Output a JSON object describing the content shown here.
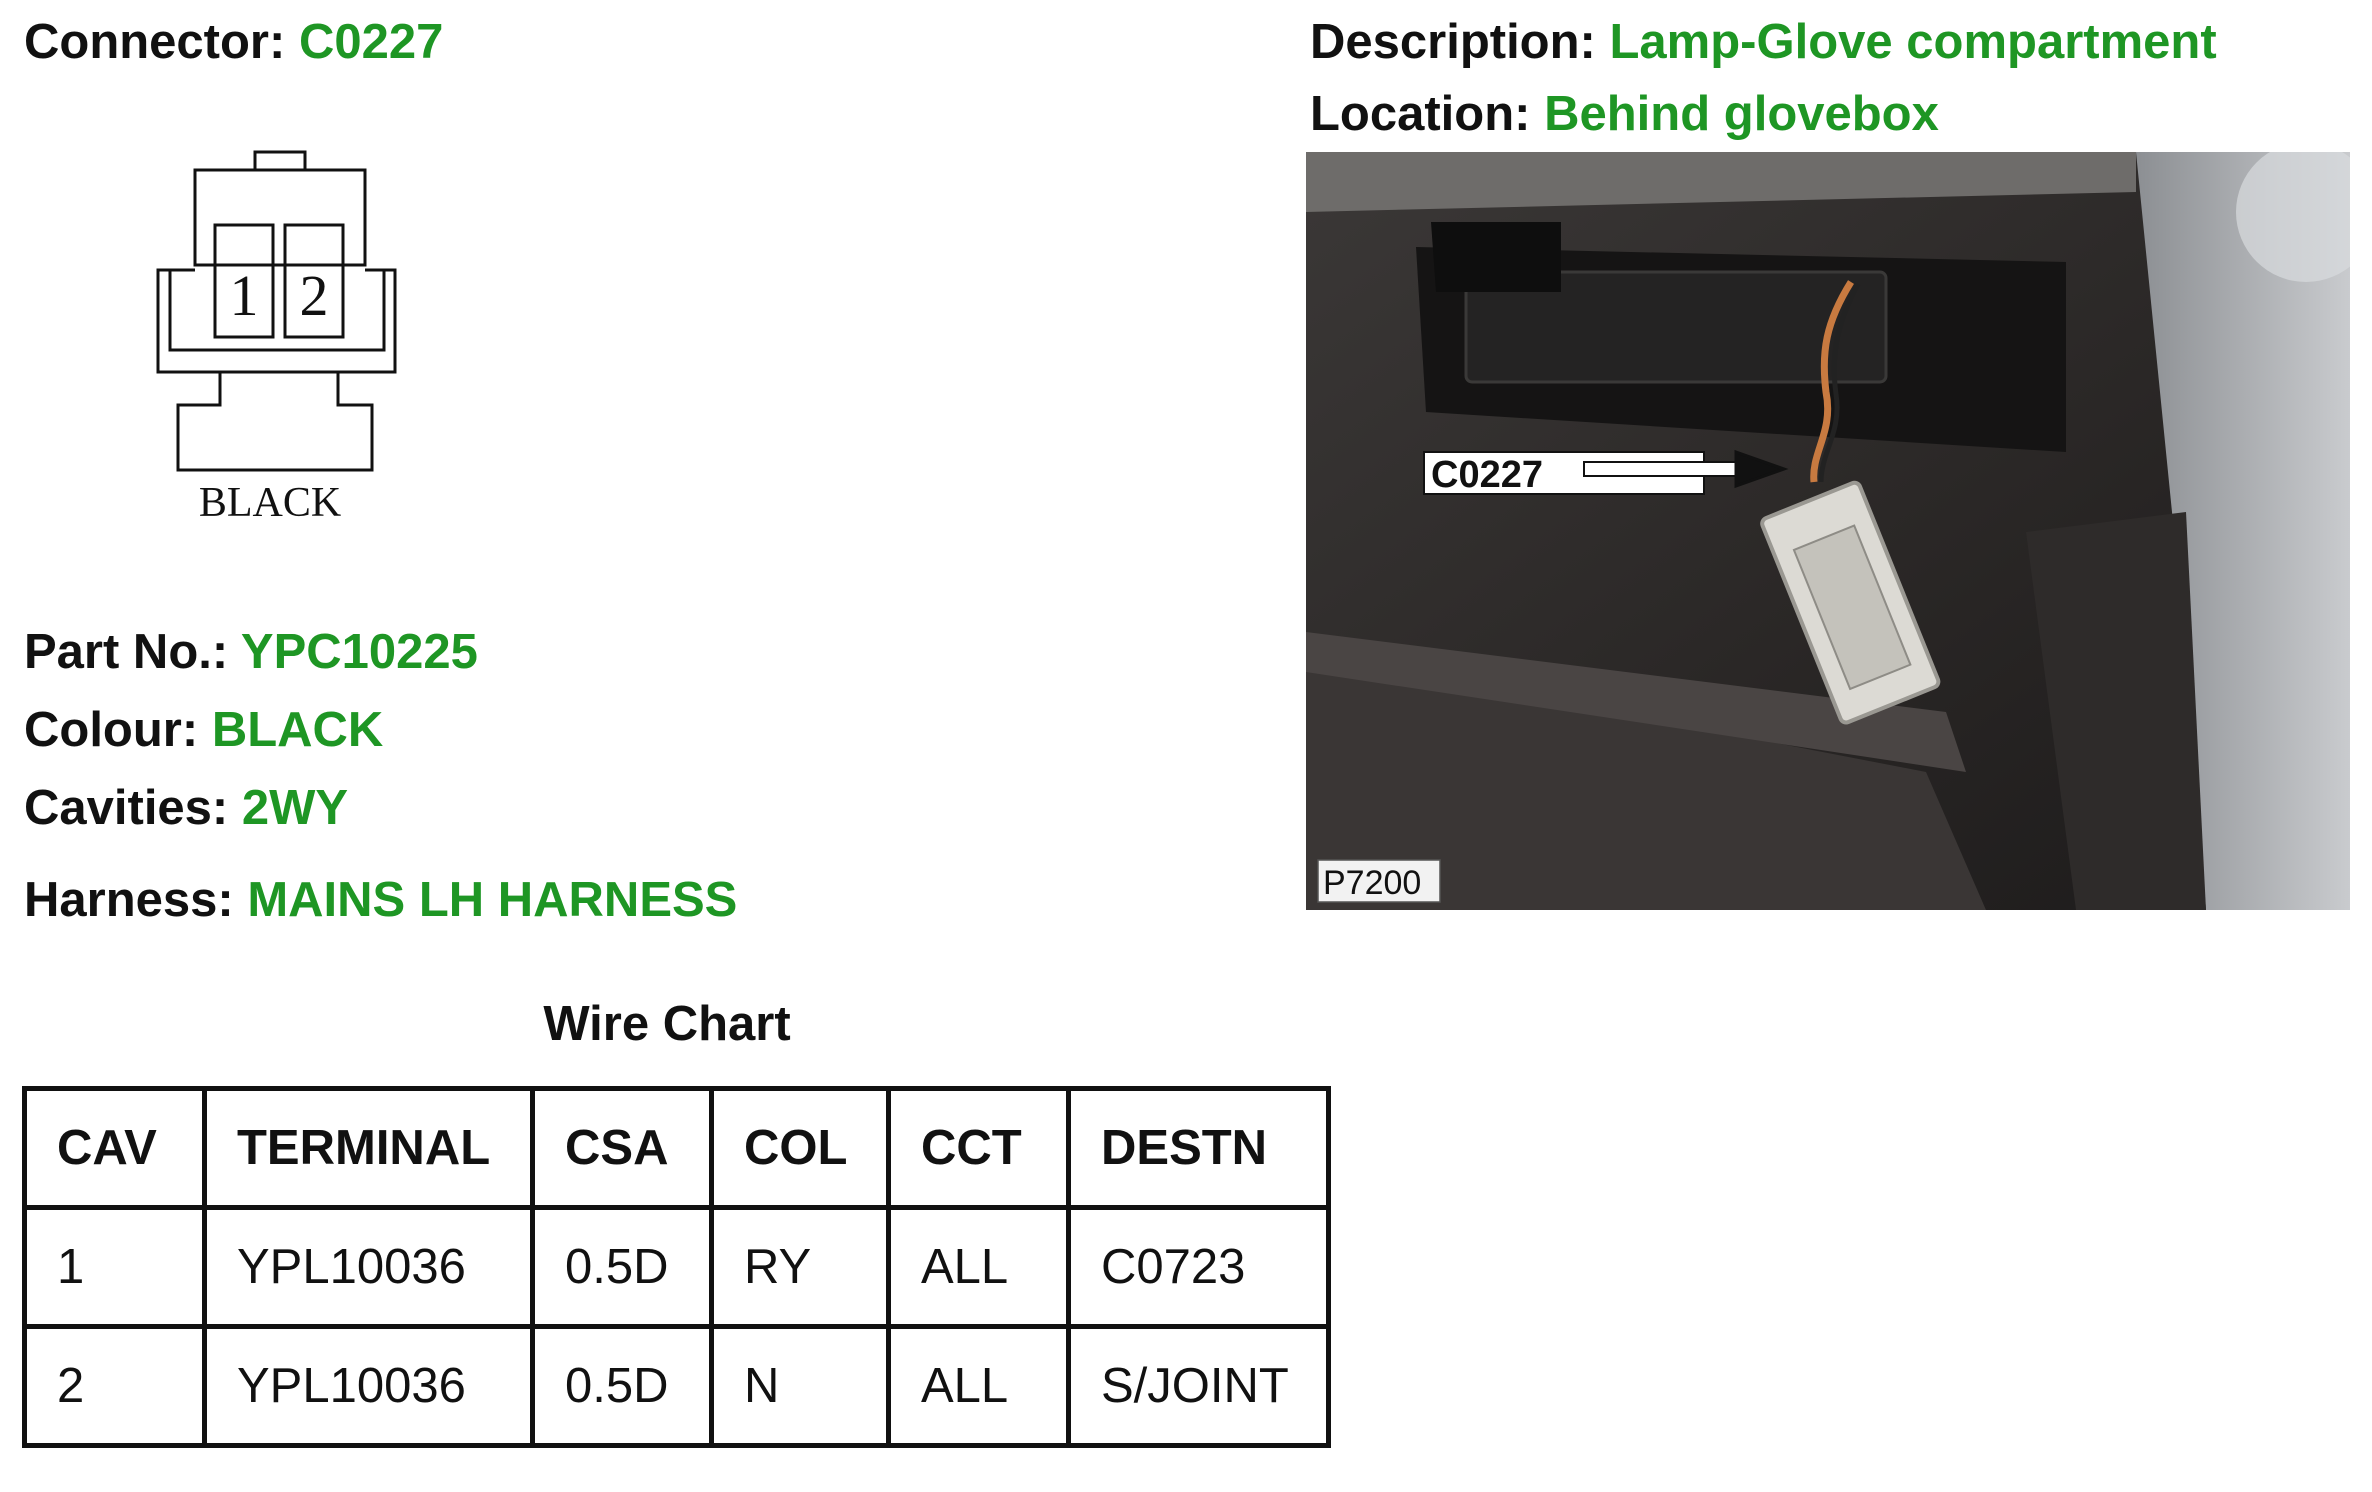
{
  "connector": {
    "label": "Connector:",
    "value": "C0227"
  },
  "description": {
    "label": "Description:",
    "value": "Lamp-Glove compartment"
  },
  "location": {
    "label": "Location:",
    "value": "Behind glovebox"
  },
  "diagram": {
    "pins": [
      "1",
      "2"
    ],
    "colour_text": "BLACK"
  },
  "photo": {
    "callout": "C0227",
    "ref": "P7200"
  },
  "part_no": {
    "label": "Part No.:",
    "value": "YPC10225"
  },
  "colour": {
    "label": "Colour:",
    "value": "BLACK"
  },
  "cavities": {
    "label": "Cavities:",
    "value": "2WY"
  },
  "harness": {
    "label": "Harness:",
    "value": "MAINS LH HARNESS"
  },
  "wire_chart": {
    "title": "Wire Chart",
    "columns": [
      "CAV",
      "TERMINAL",
      "CSA",
      "COL",
      "CCT",
      "DESTN"
    ],
    "rows": [
      [
        "1",
        "YPL10036",
        "0.5D",
        "RY",
        "ALL",
        "C0723"
      ],
      [
        "2",
        "YPL10036",
        "0.5D",
        "N",
        "ALL",
        "S/JOINT"
      ]
    ]
  },
  "colors": {
    "value_green": "#1e9624",
    "text": "#111111"
  }
}
